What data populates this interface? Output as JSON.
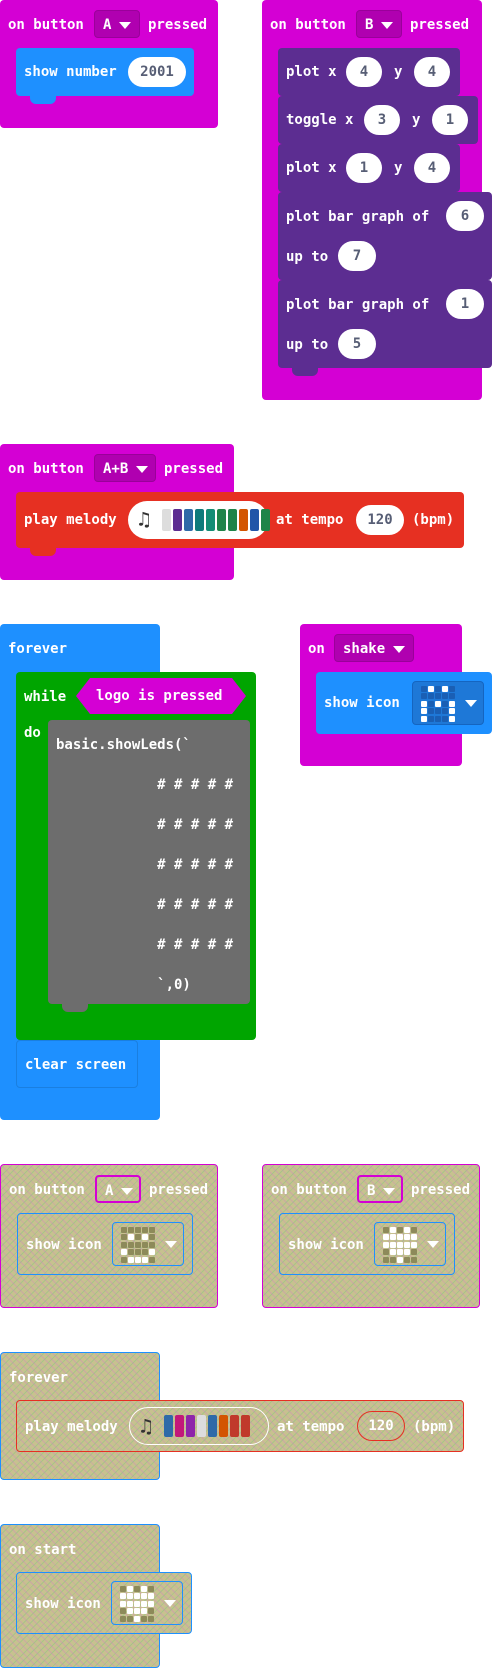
{
  "colors": {
    "input": "#d400d4",
    "basic": "#1e90ff",
    "led": "#5c2d91",
    "music": "#e63022",
    "loops": "#00a500",
    "disabled": "#c7c18f"
  },
  "b1": {
    "on": "on button",
    "button": "A",
    "pressed": "pressed",
    "show_number": "show number",
    "number": "2001"
  },
  "b2": {
    "on": "on button",
    "button": "B",
    "pressed": "pressed",
    "rows": [
      {
        "label": "plot x",
        "x": "4",
        "ylabel": "y",
        "y": "4"
      },
      {
        "label": "toggle x",
        "x": "3",
        "ylabel": "y",
        "y": "1"
      },
      {
        "label": "plot x",
        "x": "1",
        "ylabel": "y",
        "y": "4"
      }
    ],
    "bar1": {
      "label": "plot bar graph of",
      "value": "6",
      "upto": "up to",
      "max": "7"
    },
    "bar2": {
      "label": "plot bar graph of",
      "value": "1",
      "upto": "up to",
      "max": "5"
    }
  },
  "b3": {
    "on": "on button",
    "button": "A+B",
    "pressed": "pressed",
    "play": "play melody",
    "tempo_label": "at tempo",
    "tempo": "120",
    "unit": "(bpm)",
    "melody_colors": [
      "#dddddd",
      "#5c2d91",
      "#2f6aa8",
      "#0e7b7b",
      "#138d75",
      "#1e8449",
      "#1e8449",
      "#d35400",
      "#2155a8",
      "#1e8449"
    ]
  },
  "b4": {
    "forever": "forever",
    "while": "while",
    "condition": "logo is pressed",
    "do": "do",
    "code": [
      "basic.showLeds(`",
      "            # # # # #",
      "            # # # # #",
      "            # # # # #",
      "            # # # # #",
      "            # # # # #",
      "            `,0)"
    ],
    "clear": "clear screen"
  },
  "b5": {
    "on": "on",
    "event": "shake",
    "show_icon": "show icon"
  },
  "b6": {
    "on": "on button",
    "button": "A",
    "pressed": "pressed",
    "show_icon": "show icon"
  },
  "b7": {
    "on": "on button",
    "button": "B",
    "pressed": "pressed",
    "show_icon": "show icon"
  },
  "b8": {
    "forever": "forever",
    "play": "play melody",
    "tempo_label": "at tempo",
    "tempo": "120",
    "unit": "(bpm)",
    "melody_colors": [
      "#2f6aa8",
      "#c2187a",
      "#8e24aa",
      "#dddddd",
      "#2f6aa8",
      "#d35400",
      "#c0392b",
      "#c0392b"
    ]
  },
  "b9": {
    "on_start": "on start",
    "show_icon": "show icon"
  }
}
